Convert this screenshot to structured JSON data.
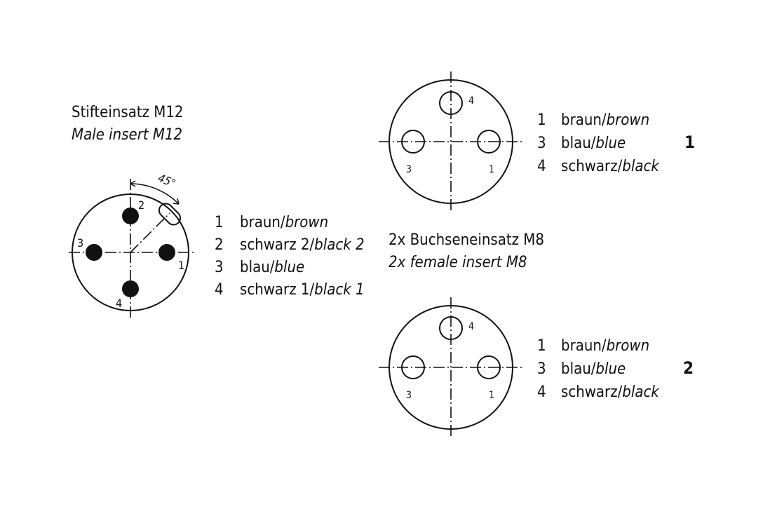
{
  "male": {
    "title_de": "Stifteinsatz M12",
    "title_en": "Male insert M12",
    "angle": "45°",
    "pins": {
      "p1": "1",
      "p2": "2",
      "p3": "3",
      "p4": "4"
    },
    "legend": [
      {
        "num": "1",
        "de": "braun/",
        "en": "brown"
      },
      {
        "num": "2",
        "de": "schwarz 2/",
        "en": "black 2"
      },
      {
        "num": "3",
        "de": "blau/",
        "en": "blue"
      },
      {
        "num": "4",
        "de": "schwarz 1/",
        "en": "black 1"
      }
    ]
  },
  "female": {
    "title_de": "2x Buchseneinsatz M8",
    "title_en": "2x female insert M8",
    "connectors": [
      {
        "id": "1",
        "pins": {
          "p4": "4",
          "p3": "3",
          "p1": "1"
        },
        "legend": [
          {
            "num": "1",
            "de": "braun/",
            "en": "brown"
          },
          {
            "num": "3",
            "de": "blau/",
            "en": "blue"
          },
          {
            "num": "4",
            "de": "schwarz/",
            "en": "black"
          }
        ]
      },
      {
        "id": "2",
        "pins": {
          "p4": "4",
          "p3": "3",
          "p1": "1"
        },
        "legend": [
          {
            "num": "1",
            "de": "braun/",
            "en": "brown"
          },
          {
            "num": "3",
            "de": "blau/",
            "en": "blue"
          },
          {
            "num": "4",
            "de": "schwarz/",
            "en": "black"
          }
        ]
      }
    ]
  }
}
